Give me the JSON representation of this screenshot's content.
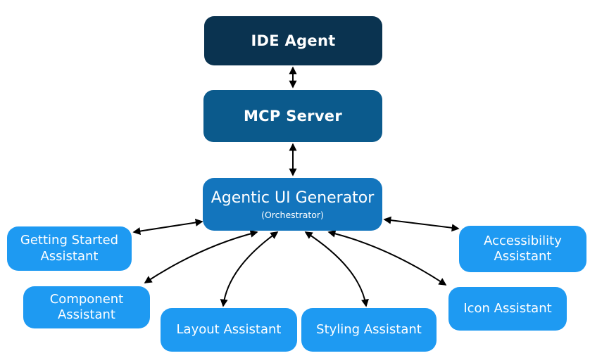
{
  "diagram": {
    "colors": {
      "background": "#ffffff",
      "tier1_box": "#0A3350",
      "tier2_box": "#0B5A8C",
      "orchestrator_box": "#1375BD",
      "assistant_box": "#1E9AF2",
      "text": "#ffffff",
      "arrow": "#000000"
    },
    "nodes": {
      "ide_agent": {
        "label": "IDE Agent"
      },
      "mcp_server": {
        "label": "MCP Server"
      },
      "orchestrator": {
        "label": "Agentic UI Generator",
        "sublabel": "(Orchestrator)"
      },
      "getting_started": {
        "label": "Getting Started Assistant"
      },
      "component": {
        "label": "Component Assistant"
      },
      "layout": {
        "label": "Layout Assistant"
      },
      "styling": {
        "label": "Styling Assistant"
      },
      "icon": {
        "label": "Icon Assistant"
      },
      "accessibility": {
        "label": "Accessibility Assistant"
      }
    },
    "edges": [
      "IDE Agent <-> MCP Server",
      "MCP Server <-> Agentic UI Generator",
      "Agentic UI Generator <-> Getting Started Assistant",
      "Agentic UI Generator <-> Component Assistant",
      "Agentic UI Generator <-> Layout Assistant",
      "Agentic UI Generator <-> Styling Assistant",
      "Agentic UI Generator <-> Icon Assistant",
      "Agentic UI Generator <-> Accessibility Assistant"
    ]
  }
}
